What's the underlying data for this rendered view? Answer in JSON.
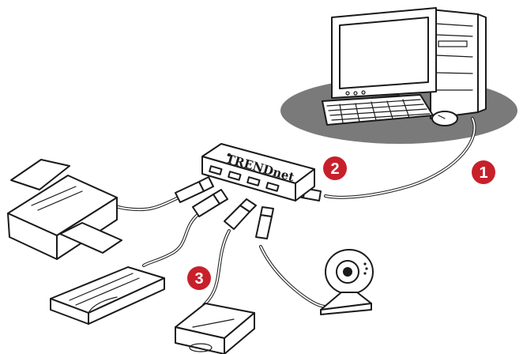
{
  "hub": {
    "brand": "TRENDnet"
  },
  "badges": [
    {
      "number": "1"
    },
    {
      "number": "2"
    },
    {
      "number": "3"
    }
  ],
  "colors": {
    "badge": "#c8202a",
    "ink": "#1a1a1a",
    "floor_shadow": "#7a7a7a"
  }
}
